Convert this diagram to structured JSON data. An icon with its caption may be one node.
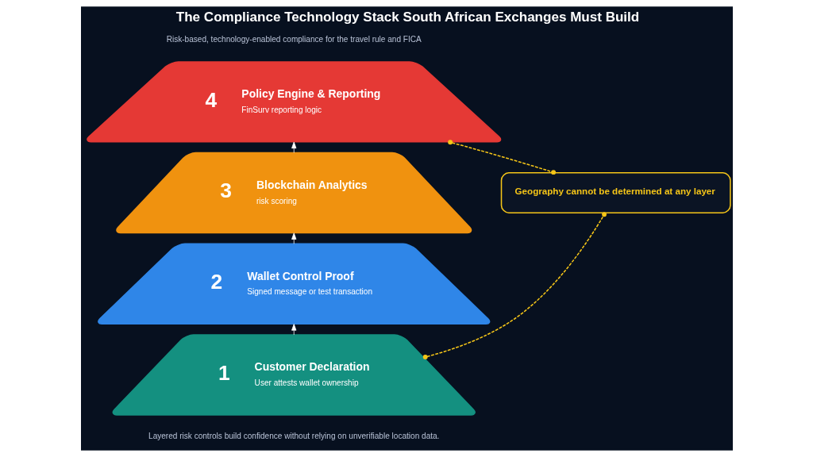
{
  "diagram": {
    "title": "The Compliance Technology Stack South African Exchanges Must Build",
    "caption": "Layered risk controls build confidence without relying on unverifiable location data.",
    "nodes": [
      {
        "text": [
          "4",
          "Policy Engine & Reporting",
          "FinSurv reporting logic"
        ]
      },
      {
        "text": [
          "3",
          "Blockchain Analytics",
          "risk scoring"
        ]
      },
      {
        "text": [
          "2",
          "Wallet Control Proof",
          "Signed message or test transaction"
        ]
      },
      {
        "text": [
          "1",
          "Customer Declaration",
          "User attests wallet ownership"
        ]
      },
      {
        "text": [
          "Geography cannot be determined at any layer"
        ]
      }
    ],
    "edges": [
      {
        "from": 3,
        "to": 2,
        "arrow": "to"
      },
      {
        "from": 2,
        "to": 1,
        "arrow": "to"
      },
      {
        "from": 1,
        "to": 0,
        "arrow": "to"
      },
      {
        "from": 0,
        "to": 4,
        "arrow": "other",
        "style": "dashed",
        "color": "#f5c518"
      },
      {
        "from": 3,
        "to": 4,
        "arrow": "other",
        "style": "dashed",
        "color": "#f5c518"
      }
    ],
    "labels": [
      "Risk-based, technology-enabled compliance for the travel rule and FICA"
    ]
  }
}
